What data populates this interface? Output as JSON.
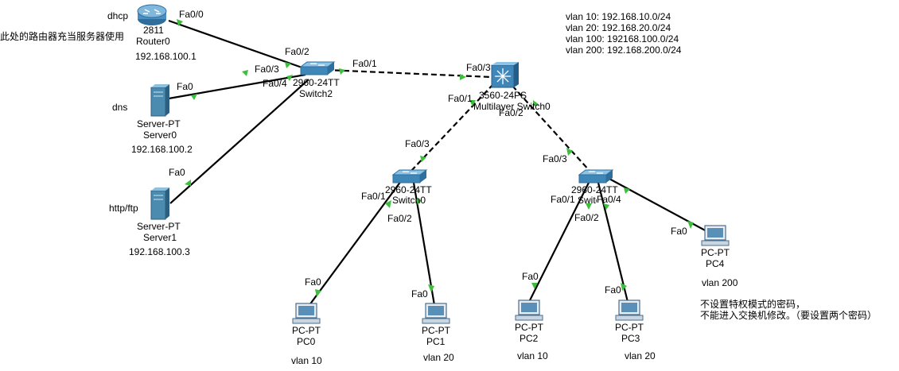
{
  "devices": {
    "router0": {
      "role": "dhcp",
      "model": "2811",
      "name": "Router0",
      "ip": "192.168.100.1",
      "note": "此处的路由器充当服务器使用"
    },
    "switch2": {
      "model": "2960-24TT",
      "name": "Switch2"
    },
    "mlswitch0": {
      "model": "3560-24PS",
      "name": "Multilayer Switch0"
    },
    "server0": {
      "role": "dns",
      "model": "Server-PT",
      "name": "Server0",
      "ip": "192.168.100.2"
    },
    "server1": {
      "role": "http/ftp",
      "model": "Server-PT",
      "name": "Server1",
      "ip": "192.168.100.3"
    },
    "switch0": {
      "model": "2960-24TT",
      "name": "Switch0"
    },
    "switch1": {
      "model": "2960-24TT",
      "name": "Switch1"
    },
    "pc0": {
      "model": "PC-PT",
      "name": "PC0",
      "vlan": "vlan 10"
    },
    "pc1": {
      "model": "PC-PT",
      "name": "PC1",
      "vlan": "vlan 20"
    },
    "pc2": {
      "model": "PC-PT",
      "name": "PC2",
      "vlan": "vlan 10"
    },
    "pc3": {
      "model": "PC-PT",
      "name": "PC3",
      "vlan": "vlan 20"
    },
    "pc4": {
      "model": "PC-PT",
      "name": "PC4",
      "vlan": "vlan 200"
    }
  },
  "ports": {
    "r0_fa00": "Fa0/0",
    "sw2_fa02": "Fa0/2",
    "sw2_fa03": "Fa0/3",
    "sw2_fa04": "Fa0/4",
    "sw2_fa01": "Fa0/1",
    "srv0_fa0": "Fa0",
    "srv1_fa0": "Fa0",
    "ml_fa03": "Fa0/3",
    "ml_fa01": "Fa0/1",
    "ml_fa02": "Fa0/2",
    "sw0_fa03": "Fa0/3",
    "sw0_fa01": "Fa0/1",
    "sw0_fa02": "Fa0/2",
    "sw1_fa03": "Fa0/3",
    "sw1_fa01": "Fa0/1",
    "sw1_fa02": "Fa0/2",
    "sw1_fa04": "Fa0/4",
    "pc0_fa0": "Fa0",
    "pc1_fa0": "Fa0",
    "pc2_fa0": "Fa0",
    "pc3_fa0": "Fa0",
    "pc4_fa0": "Fa0"
  },
  "vlan_table": [
    "vlan 10: 192.168.10.0/24",
    "vlan 20: 192.168.20.0/24",
    "vlan 100: 192168.100.0/24",
    "vlan 200: 192.168.200.0/24"
  ],
  "note_password": [
    "不设置特权模式的密码，",
    "不能进入交换机修改。（要设置两个密码）"
  ],
  "colors": {
    "link": "#000000",
    "port_up": "#3cbf3c",
    "switch": "#3f87b9",
    "mlswitch": "#2e7bb0",
    "router": "#4a8fc2",
    "server": "#4b8bb0",
    "pc": "#5a8fb8"
  }
}
